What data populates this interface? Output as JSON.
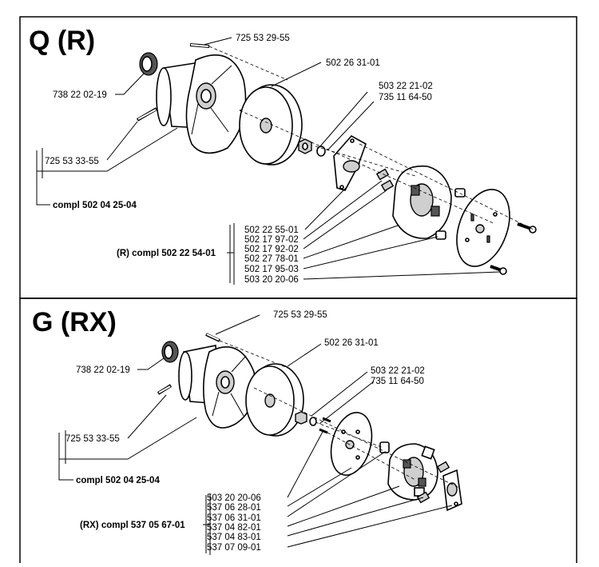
{
  "sections": [
    {
      "title": "Q  (R)",
      "labels": {
        "screw_top": "725 53 29-55",
        "bearing": "738 22 02-19",
        "drum": "502 26 31-01",
        "nut": "503 22 21-02",
        "washer": "735 11 64-50",
        "screw_side": "725 53 33-55",
        "compl_housing": "compl 502 04 25-04",
        "compl_clutch": "(R) compl 502 22 54-01",
        "list": [
          "502 22 55-01",
          "502 17 97-02",
          "502 17 92-02",
          "502 27 78-01",
          "502 17 95-03",
          "503 20 20-06"
        ]
      }
    },
    {
      "title": "G  (RX)",
      "labels": {
        "screw_top": "725 53 29-55",
        "bearing": "738 22 02-19",
        "drum": "502 26 31-01",
        "nut": "503 22 21-02",
        "washer": "735 11 64-50",
        "screw_side": "725 53 33-55",
        "compl_housing": "compl 502 04 25-04",
        "compl_clutch": "(RX) compl 537 05 67-01",
        "list": [
          "503 20 20-06",
          "537 06 28-01",
          "537 06 31-01",
          "537 04 82-01",
          "537 04 83-01",
          "537 07 09-01"
        ]
      }
    }
  ]
}
